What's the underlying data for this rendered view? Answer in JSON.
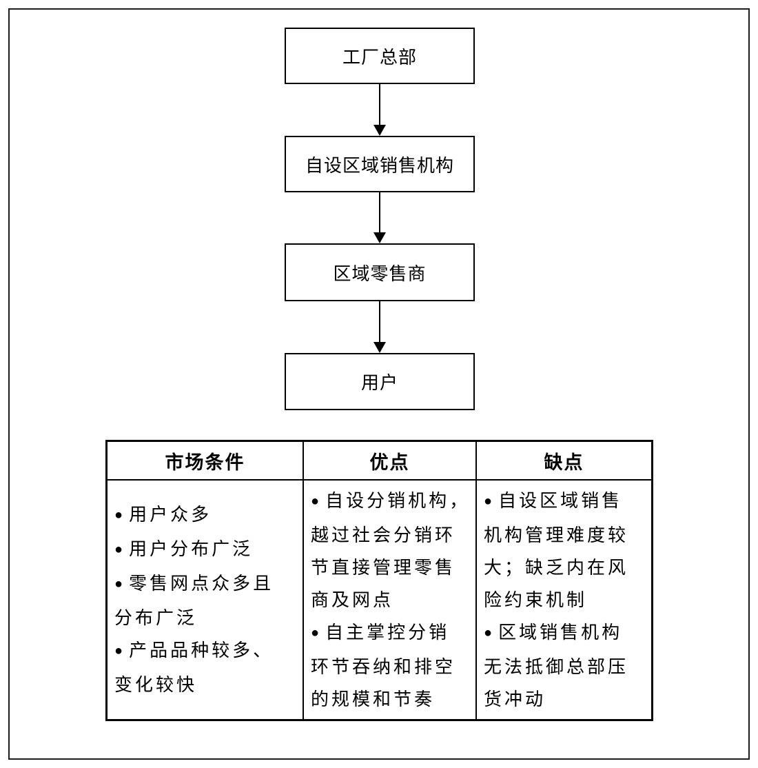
{
  "glyphs": {
    "bullet": "●"
  },
  "colors": {
    "ink": "#000000",
    "background": "#ffffff"
  },
  "flowchart": {
    "nodes": [
      {
        "label": "工厂总部"
      },
      {
        "label": "自设区域销售机构"
      },
      {
        "label": "区域零售商"
      },
      {
        "label": "用户"
      }
    ]
  },
  "table": {
    "headers": [
      "市场条件",
      "优点",
      "缺点"
    ],
    "columns": [
      {
        "items": [
          "用户众多",
          "用户分布广泛",
          "零售网点众多且\n分布广泛",
          "产品品种较多、\n变化较快"
        ]
      },
      {
        "items": [
          "自设分销机构，\n越过社会分销环\n节直接管理零售\n商及网点",
          "自主掌控分销\n环节吞纳和排空\n的规模和节奏"
        ]
      },
      {
        "items": [
          "自设区域销售\n机构管理难度较\n大；缺乏内在风\n险约束机制",
          "区域销售机构\n无法抵御总部压\n货冲动"
        ]
      }
    ]
  }
}
